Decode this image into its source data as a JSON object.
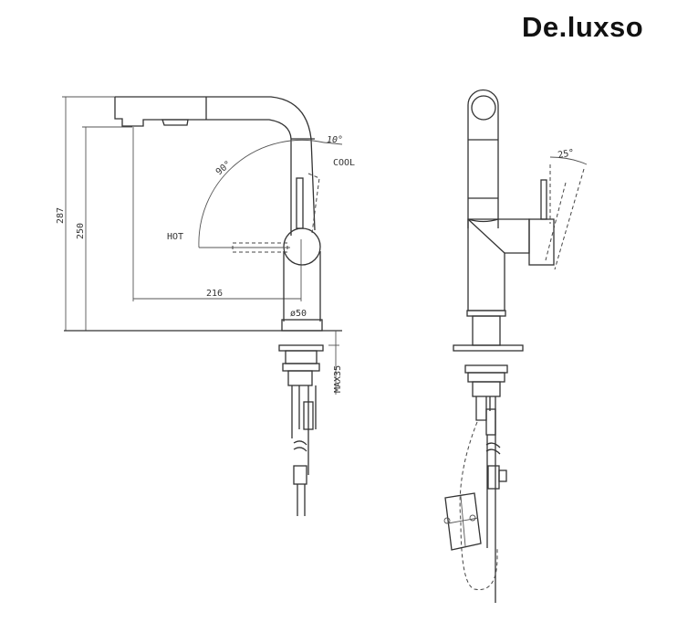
{
  "brand": {
    "logo_text": "De.luxso"
  },
  "front_view": {
    "dim_total_height": "287",
    "dim_spout_height": "250",
    "dim_reach": "216",
    "dim_base_diameter": "ø50",
    "dim_max_deck": "MAX35",
    "angle_handle": "90°",
    "angle_cool": "10°",
    "label_hot": "HOT",
    "label_cool": "COOL"
  },
  "side_view": {
    "angle_handle": "25°"
  }
}
